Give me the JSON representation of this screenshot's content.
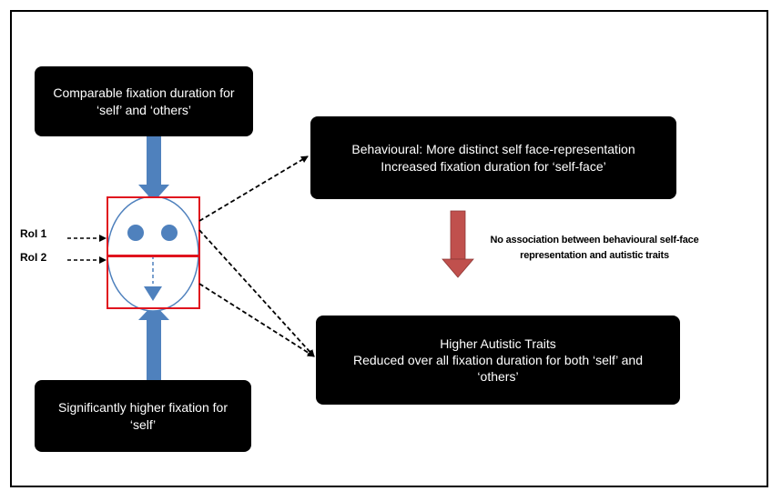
{
  "boxes": {
    "comparable": {
      "line1": "Comparable fixation duration for",
      "line2": "‘self’ and ‘others’"
    },
    "behavioural": {
      "line1": "Behavioural: More distinct self face-representation",
      "line2": "Increased fixation duration for ‘self-face’"
    },
    "higher_autistic": {
      "line1": "Higher Autistic Traits",
      "line2": "Reduced  over all fixation duration for both ‘self’ and",
      "line3": "‘others’"
    },
    "significant": {
      "line1": "Significantly higher fixation for",
      "line2": "‘self’"
    }
  },
  "labels": {
    "roi1": "RoI 1",
    "roi2": "RoI 2"
  },
  "no_association": {
    "line1": "No association between behavioural self-face",
    "line2": "representation and autistic traits"
  },
  "colors": {
    "box_fill": "#000000",
    "box_text": "#ffffff",
    "blue_arrow": "#4f81bd",
    "red_arrow": "#c0504d",
    "roi_box": "#e0141e",
    "face_outline": "#4f81bd",
    "face_features": "#4f81bd"
  }
}
